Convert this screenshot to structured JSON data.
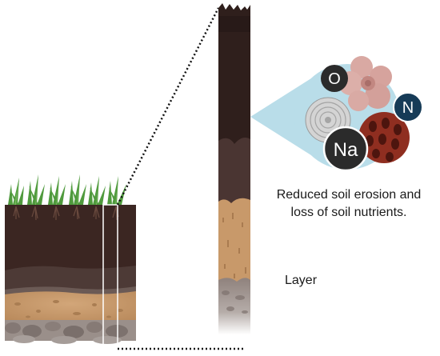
{
  "caption": {
    "line1": "Reduced soil erosion and",
    "line2": "loss of soil nutrients."
  },
  "layer_label": "Layer",
  "nutrients": {
    "oxygen": "O",
    "nitrogen": "N",
    "sodium": "Na"
  },
  "colors": {
    "topsoil": "#3b2622",
    "subsoil": "#4a3632",
    "sand": "#c99a6c",
    "rock": "#8b7f7a",
    "grass": "#4f9a3d",
    "magnifier": "#b9dde9",
    "nitrogen_atom": "#163b57",
    "atom_dark": "#2b2b2b"
  }
}
